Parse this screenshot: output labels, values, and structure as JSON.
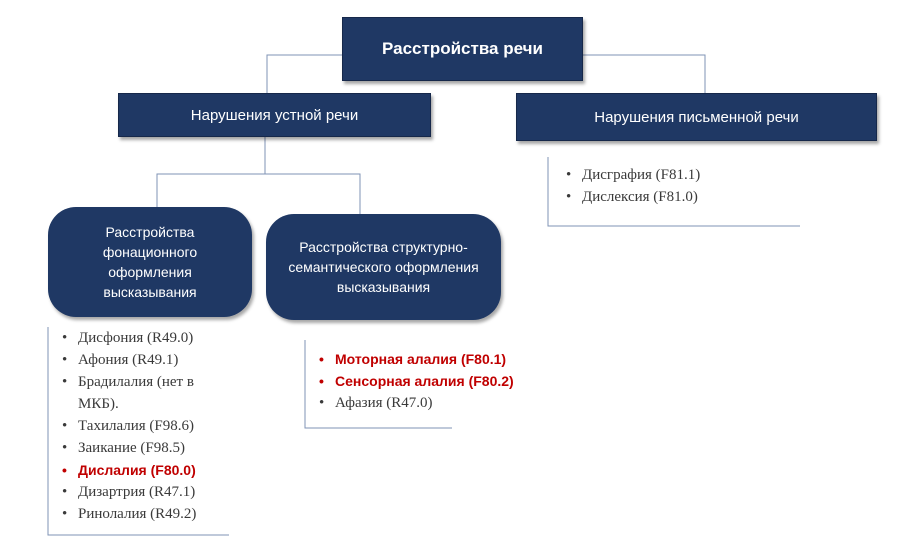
{
  "diagram": {
    "root": {
      "label": "Расстройства речи"
    },
    "oral": {
      "label": "Нарушения устной речи"
    },
    "written": {
      "label": "Нарушения письменной речи"
    },
    "phonation": {
      "lines": [
        "Расстройства",
        "фонационного",
        "оформления",
        "высказывания"
      ]
    },
    "structural": {
      "lines": [
        "Расстройства структурно-",
        "семантического оформления",
        "высказывания"
      ]
    },
    "written_items": [
      {
        "text": "Дисграфия (F81.1)",
        "highlight": false
      },
      {
        "text": "Дислексия (F81.0)",
        "highlight": false
      }
    ],
    "phonation_items": [
      {
        "text": "Дисфония (R49.0)",
        "highlight": false
      },
      {
        "text": "Афония (R49.1)",
        "highlight": false
      },
      {
        "text": "Брадилалия (нет в МКБ).",
        "highlight": false
      },
      {
        "text": "Тахилалия (F98.6)",
        "highlight": false
      },
      {
        "text": "Заикание (F98.5)",
        "highlight": false
      },
      {
        "text": "Дислалия (F80.0)",
        "highlight": true
      },
      {
        "text": "Дизартрия (R47.1)",
        "highlight": false
      },
      {
        "text": "Ринолалия (R49.2)",
        "highlight": false
      }
    ],
    "structural_items": [
      {
        "text": "Моторная алалия (F80.1)",
        "highlight": true
      },
      {
        "text": "Сенсорная алалия (F80.2)",
        "highlight": true
      },
      {
        "text": "Афазия (R47.0)",
        "highlight": false
      }
    ],
    "colors": {
      "box_fill": "#1f3864",
      "box_text": "#ffffff",
      "connector": "#7f93b5",
      "list_text": "#3a3a3a",
      "highlight": "#c00000"
    }
  }
}
